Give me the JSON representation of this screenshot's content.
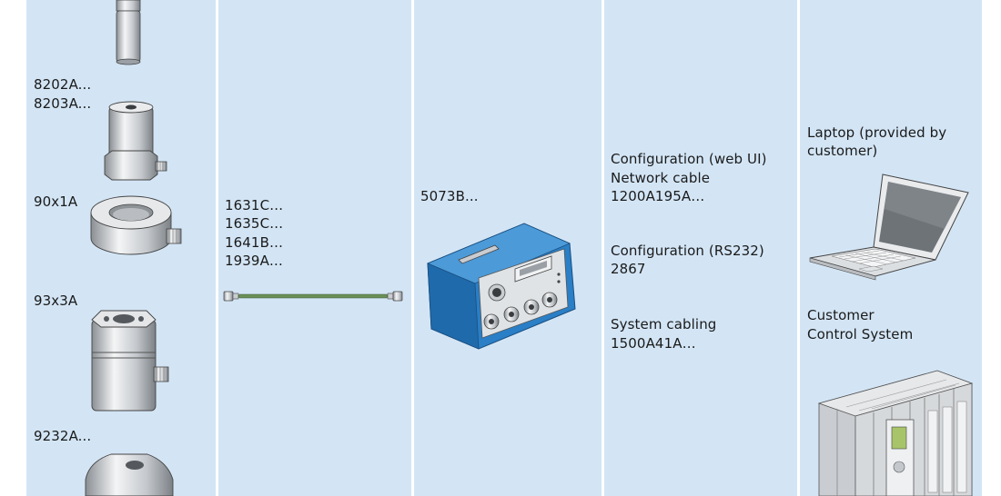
{
  "sensors": {
    "label_8202A": "8202A...",
    "label_8203A": "8203A...",
    "label_90x1A": "90x1A",
    "label_93x3A": "93x3A",
    "label_9232A": "9232A..."
  },
  "cables": {
    "lines": [
      "1631C…",
      "1635C…",
      "1641B…",
      "1939A…"
    ]
  },
  "conditioner": {
    "label": "5073B..."
  },
  "connections": {
    "config_web": [
      "Configuration (web UI)",
      "Network cable",
      "1200A195A…"
    ],
    "config_rs232": [
      "Configuration (RS232)",
      "2867"
    ],
    "system_cabling": [
      "System cabling",
      "1500A41A…"
    ]
  },
  "endpoints": {
    "laptop": [
      "Laptop (provided by",
      "customer)"
    ],
    "control_system": [
      "Customer",
      "Control System"
    ]
  },
  "colors": {
    "column_bg": "#d3e5f5",
    "housing_blue": "#2a7fc6",
    "cable_green": "#6a8f57"
  }
}
